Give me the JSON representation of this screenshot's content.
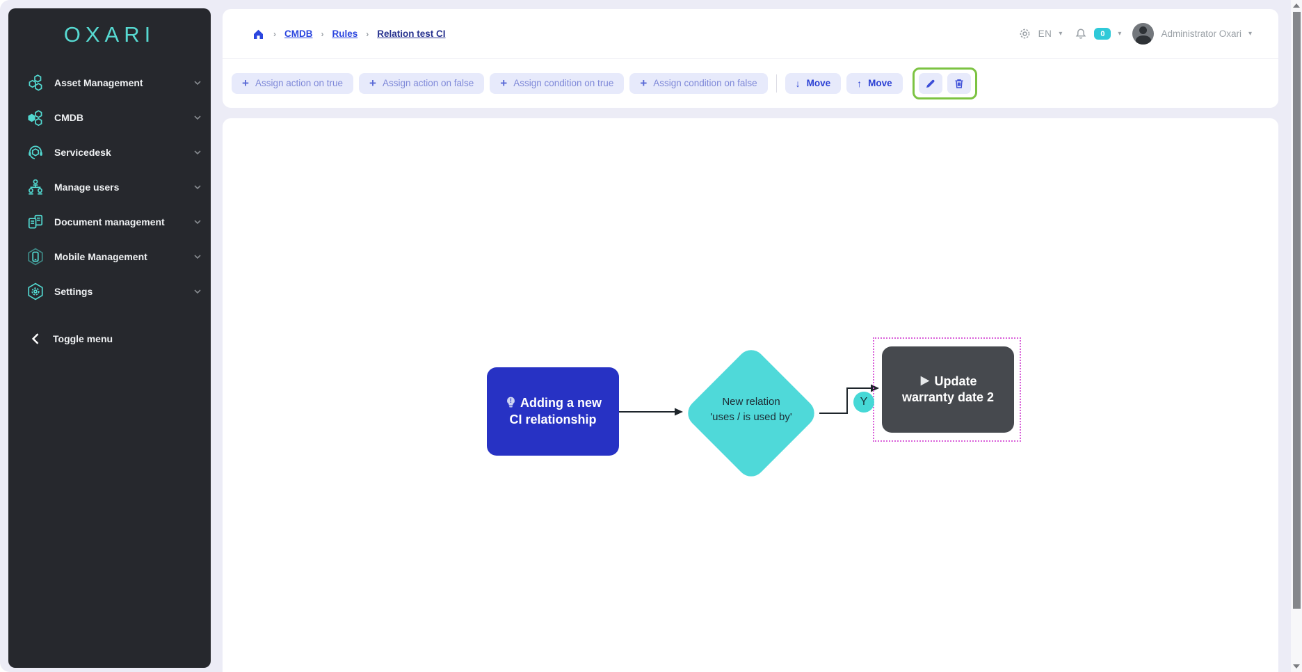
{
  "brand": {
    "name": "OXARI"
  },
  "sidebar": {
    "items": [
      {
        "label": "Asset Management",
        "icon": "hexagon-cluster-icon"
      },
      {
        "label": "CMDB",
        "icon": "hexagon-cluster-filled-icon"
      },
      {
        "label": "Servicedesk",
        "icon": "headset-icon"
      },
      {
        "label": "Manage users",
        "icon": "org-users-icon"
      },
      {
        "label": "Document management",
        "icon": "documents-icon"
      },
      {
        "label": "Mobile Management",
        "icon": "mobile-icon"
      },
      {
        "label": "Settings",
        "icon": "gear-hexagon-icon"
      }
    ],
    "toggle_label": "Toggle menu"
  },
  "breadcrumb": {
    "items": [
      "CMDB",
      "Rules",
      "Relation test CI"
    ]
  },
  "topbar": {
    "language": "EN",
    "notification_count": "0",
    "user_name": "Administrator Oxari"
  },
  "toolbar": {
    "assign_buttons": [
      "Assign action on true",
      "Assign action on false",
      "Assign condition on true",
      "Assign condition on false"
    ],
    "move_down": "Move",
    "move_up": "Move"
  },
  "flowchart": {
    "start_label": "Adding a new CI relationship",
    "condition_line1": "New relation",
    "condition_line2": "'uses / is used by'",
    "action_label": "Update warranty date 2",
    "edge_label": "Y"
  },
  "colors": {
    "accent_teal": "#4fd9d9",
    "sidebar_dark": "#26282d",
    "primary_blue": "#2732c4",
    "link_blue": "#2b46df",
    "node_dark": "#46494e",
    "selection_pink": "#d95fd9",
    "highlight_green": "#7cc342",
    "badge_cyan": "#2fc9d8"
  }
}
